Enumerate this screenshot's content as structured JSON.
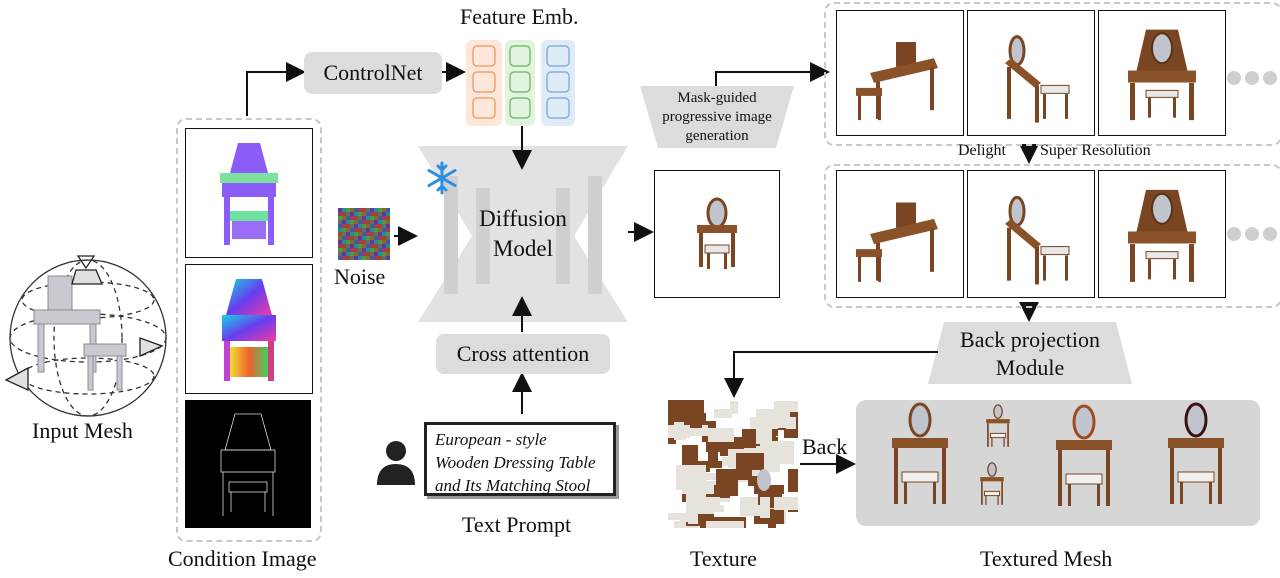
{
  "labels": {
    "feature_emb": "Feature Emb.",
    "controlnet": "ControlNet",
    "noise": "Noise",
    "diffusion_model": [
      "Diffusion",
      "Model"
    ],
    "cross_attention": "Cross attention",
    "text_prompt_caption": "Text Prompt",
    "prompt_text": [
      "European - style",
      "Wooden Dressing Table",
      "and Its Matching Stool"
    ],
    "input_mesh": "Input Mesh",
    "condition_image": "Condition Image",
    "mask_guided": [
      "Mask-guided",
      "progressive image",
      "generation"
    ],
    "delight": "Delight",
    "super_resolution": "Super Resolution",
    "back_projection": [
      "Back projection",
      "Module"
    ],
    "back": "Back",
    "texture": "Texture",
    "textured_mesh": "Textured Mesh"
  },
  "icons": [
    "snowflake-icon",
    "user-icon",
    "camera-icon",
    "ellipsis-icon"
  ],
  "colors": {
    "pill_gray": "#dcdcdc",
    "feature_orange": "#f6b48e",
    "feature_green": "#9fd39a",
    "feature_blue": "#a9c6ec",
    "snowflake_blue": "#2a8fe0",
    "wood": "#7a4522"
  }
}
